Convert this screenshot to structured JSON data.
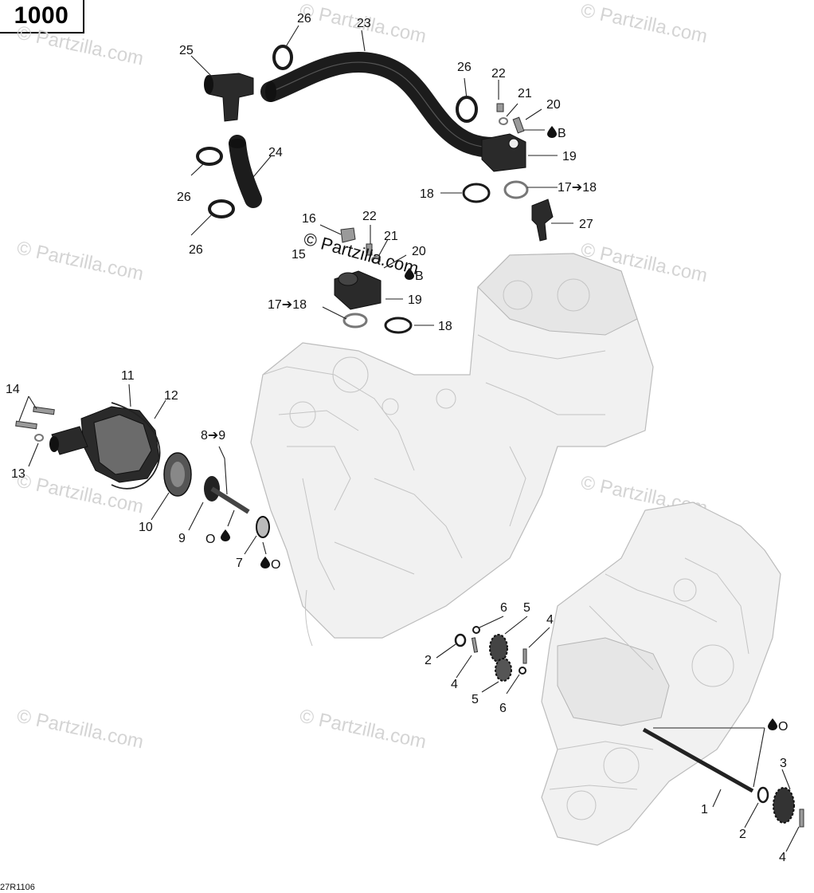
{
  "title_box": {
    "label": "1000"
  },
  "drawing_code": "27R1106",
  "watermarks": [
    "© Partzilla.com",
    "© Partzilla.com",
    "© Partzilla.com",
    "© Partzilla.com",
    "© Partzilla.com",
    "© Partzilla.com",
    "© Partzilla.com",
    "© Partzilla.com",
    "© Partzilla.com"
  ],
  "overlap_watermark": "© Partzilla.com",
  "callouts": [
    "26",
    "23",
    "25",
    "26",
    "22",
    "21",
    "20",
    "B",
    "19",
    "24",
    "26",
    "26",
    "18",
    "17➔18",
    "27",
    "16",
    "22",
    "21",
    "20",
    "15",
    "B",
    "19",
    "17➔18",
    "18",
    "11",
    "14",
    "12",
    "8➔9",
    "13",
    "10",
    "9",
    "O",
    "7",
    "O",
    "6",
    "5",
    "4",
    "2",
    "4",
    "5",
    "6",
    "O",
    "3",
    "1",
    "2",
    "4"
  ],
  "symbols": {
    "oil_drop": "oil-drop-icon",
    "arrow": "arrow-right-icon"
  },
  "colors": {
    "line_art": "#1a1a1a",
    "engine_ghost": "#bcbcbc",
    "watermark": "#d4d4d4",
    "background": "#ffffff"
  }
}
